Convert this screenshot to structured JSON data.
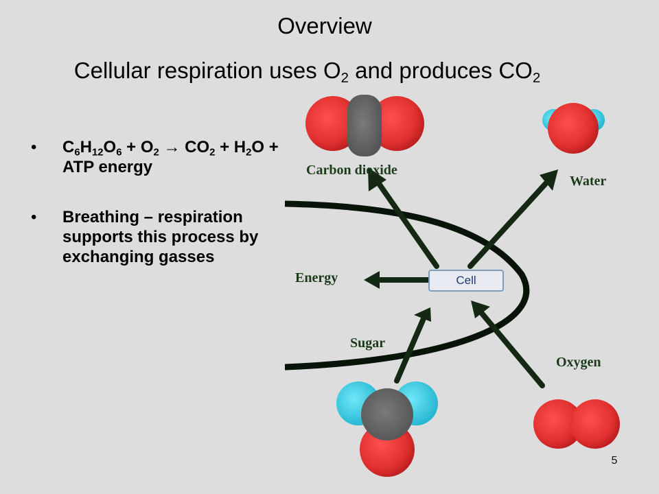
{
  "title": "Overview",
  "subtitle": {
    "prefix": "Cellular respiration uses O",
    "sub1": "2",
    "middle": " and produces CO",
    "sub2": "2"
  },
  "bullets": [
    {
      "marker": "•",
      "parts": [
        "C",
        "6",
        "H",
        "12",
        "O",
        "6",
        " + O",
        "2",
        " → CO",
        "2",
        " + H",
        "2",
        "O + ATP energy"
      ]
    },
    {
      "marker": "•",
      "text": "Breathing – respiration supports this process by exchanging gasses"
    }
  ],
  "diagram": {
    "labels": {
      "carbon_dioxide": "Carbon dioxide",
      "water": "Water",
      "energy": "Energy",
      "sugar": "Sugar",
      "oxygen": "Oxygen"
    },
    "cell_label": "Cell",
    "colors": {
      "oxygen_atom": "#e03030",
      "carbon_atom": "#606060",
      "hydrogen_atom": "#30c8e0",
      "arrow": "#142814"
    }
  },
  "page_number": "5"
}
